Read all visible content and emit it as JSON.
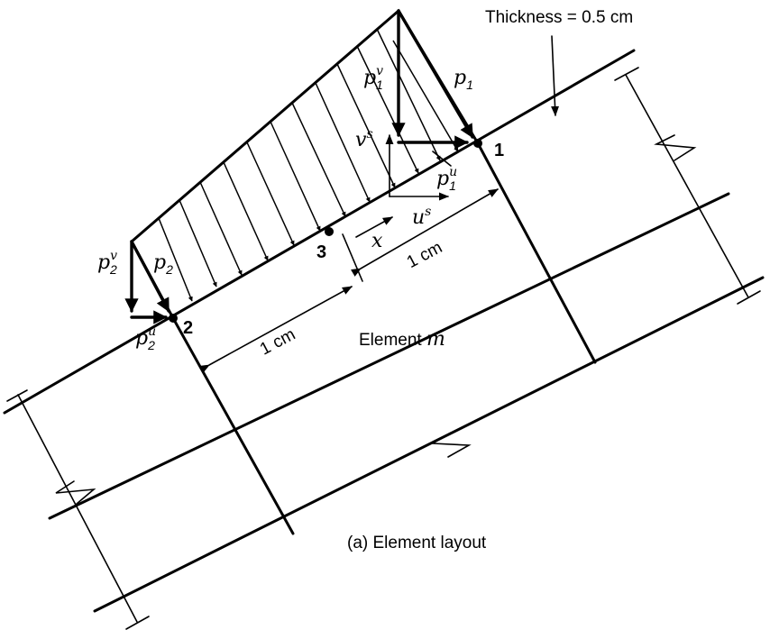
{
  "labels": {
    "thickness": "Thickness = 0.5 cm",
    "element": "Element ",
    "element_var": "m",
    "caption": "(a)  Element layout",
    "dim_a": "1 cm",
    "dim_b": "1 cm",
    "x_axis": "x"
  },
  "nodes": [
    {
      "id": "1"
    },
    {
      "id": "2"
    },
    {
      "id": "3"
    }
  ],
  "forces": {
    "p1_main": "p",
    "p1_sub": "1",
    "p1v_main": "p",
    "p1v_sup": "v",
    "p1v_sub": "1",
    "p1u_main": "p",
    "p1u_sup": "u",
    "p1u_sub": "1",
    "p2_main": "p",
    "p2_sub": "2",
    "p2v_main": "p",
    "p2v_sup": "v",
    "p2v_sub": "2",
    "p2u_main": "p",
    "p2u_sup": "u",
    "p2u_sub": "2"
  },
  "axes": {
    "vs_main": "v",
    "vs_sup": "s",
    "us_main": "u",
    "us_sup": "s"
  }
}
